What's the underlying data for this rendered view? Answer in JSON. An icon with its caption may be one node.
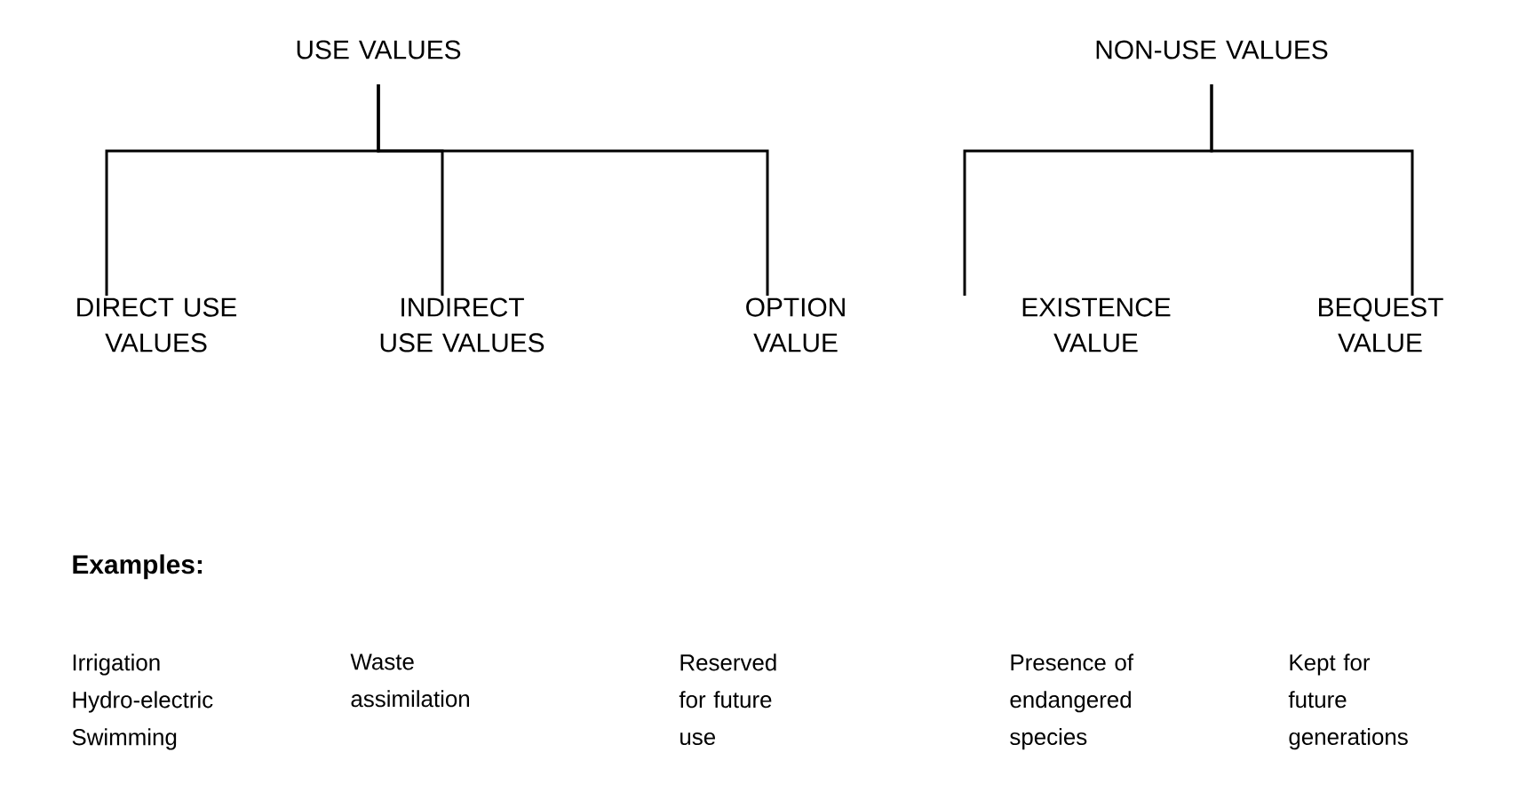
{
  "diagram": {
    "nodes": [
      {
        "text": [
          "USE VALUES"
        ]
      },
      {
        "text": [
          "NON-USE VALUES"
        ]
      },
      {
        "text": [
          "DIRECT USE VALUES"
        ]
      },
      {
        "text": [
          "INDIRECT USE VALUES"
        ]
      },
      {
        "text": [
          "OPTION VALUE"
        ]
      },
      {
        "text": [
          "EXISTENCE VALUE"
        ]
      },
      {
        "text": [
          "BEQUEST VALUE"
        ]
      }
    ],
    "edges": [
      {
        "from": 0,
        "to": 2,
        "arrow": "none"
      },
      {
        "from": 0,
        "to": 3,
        "arrow": "none"
      },
      {
        "from": 0,
        "to": 4,
        "arrow": "none"
      },
      {
        "from": 1,
        "to": 5,
        "arrow": "none"
      },
      {
        "from": 1,
        "to": 6,
        "arrow": "none"
      }
    ],
    "labels": [
      "Examples:",
      "Irrigation",
      "Hydro-electric",
      "Swimming",
      "Waste assimilation",
      "Reserved for future use",
      "Presence of endangered species",
      "Kept for future generations"
    ]
  }
}
